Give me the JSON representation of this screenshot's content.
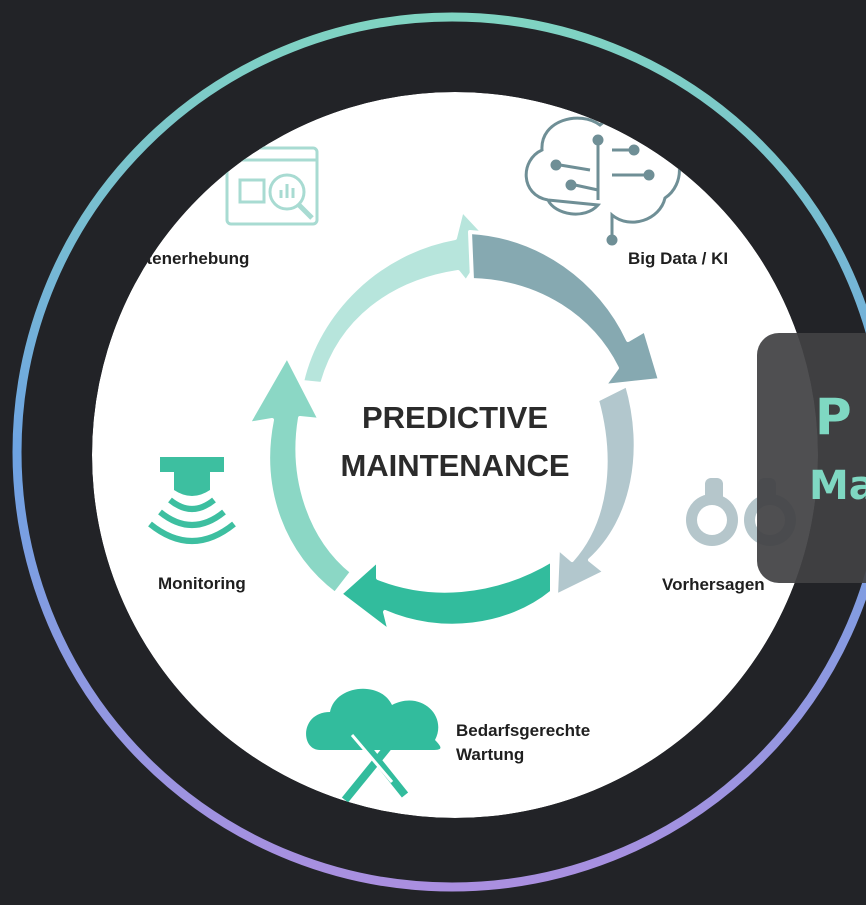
{
  "diagram": {
    "center_title_line1": "PREDICTIVE",
    "center_title_line2": "MAINTENANCE",
    "steps": [
      {
        "id": "datenerhebung",
        "label": "atenerhebung",
        "icon": "data-chart-icon"
      },
      {
        "id": "bigdata",
        "label": "Big Data / KI",
        "icon": "brain-circuit-icon"
      },
      {
        "id": "vorhersagen",
        "label": "Vorhersagen",
        "icon": "binoculars-icon"
      },
      {
        "id": "wartung",
        "label_line1": "Bedarfsgerechte",
        "label_line2": "Wartung",
        "icon": "cloud-tools-icon"
      },
      {
        "id": "monitoring",
        "label": "Monitoring",
        "icon": "sensor-signal-icon"
      }
    ],
    "arrow_colors": [
      "#b7e5dc",
      "#86a9b1",
      "#b2c7cd",
      "#32bc9d",
      "#8bd7c5"
    ]
  },
  "overlay": {
    "title": "P",
    "subtitle": "Ma"
  },
  "colors": {
    "background": "#222327",
    "ring_gradient": [
      "#7ecfc0",
      "#6ea5e0",
      "#a992e0"
    ],
    "accent": "#7fd8c2"
  }
}
